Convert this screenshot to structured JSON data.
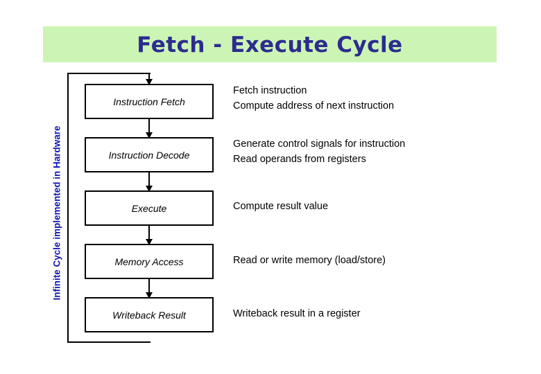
{
  "title": "Fetch - Execute Cycle",
  "side_label": "Infinite Cycle implemented in Hardware",
  "colors": {
    "title_banner": "#ccf5b5",
    "title_text": "#2c2c8f",
    "side_label": "#1414b4",
    "box_border": "#000000",
    "page_background": "#ffffff"
  },
  "stages": [
    {
      "box": "Instruction Fetch",
      "description_lines": [
        "Fetch instruction",
        "Compute address of next instruction"
      ]
    },
    {
      "box": "Instruction Decode",
      "description_lines": [
        "Generate control signals for instruction",
        "Read operands from registers"
      ]
    },
    {
      "box": "Execute",
      "description_lines": [
        "Compute result value"
      ]
    },
    {
      "box": "Memory Access",
      "description_lines": [
        "Read or write memory (load/store)"
      ]
    },
    {
      "box": "Writeback Result",
      "description_lines": [
        "Writeback result in a register"
      ]
    }
  ]
}
